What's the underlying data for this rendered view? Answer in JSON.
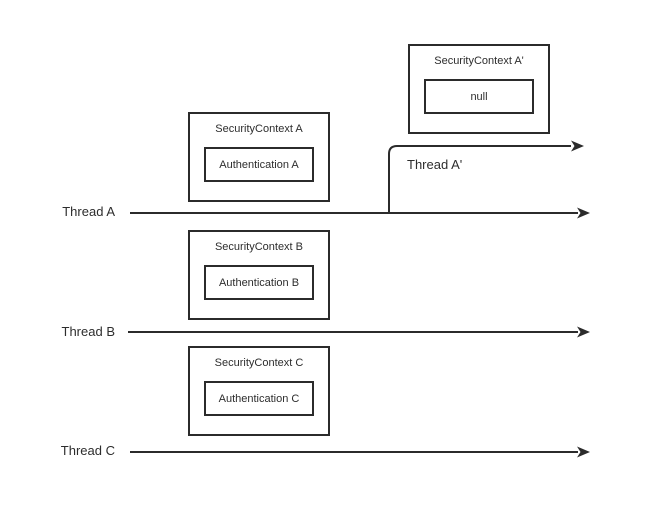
{
  "diagram": {
    "colors": {
      "background": "#ffffff",
      "line": "#2b2b2b",
      "text": "#2d2d2d"
    },
    "context_boxes": {
      "a_prime": {
        "title": "SecurityContext A'",
        "value": "null"
      },
      "a": {
        "title": "SecurityContext A",
        "value": "Authentication A"
      },
      "b": {
        "title": "SecurityContext B",
        "value": "Authentication B"
      },
      "c": {
        "title": "SecurityContext C",
        "value": "Authentication C"
      }
    },
    "thread_labels": {
      "a": "Thread A",
      "a_prime": "Thread A'",
      "b": "Thread B",
      "c": "Thread C"
    }
  }
}
